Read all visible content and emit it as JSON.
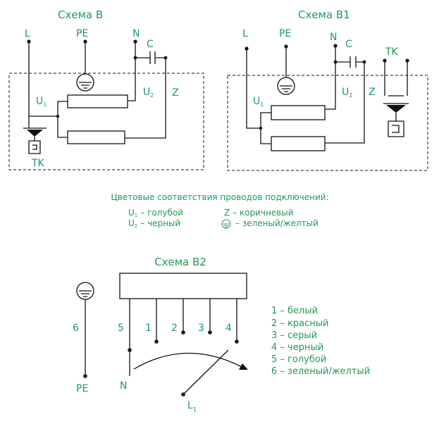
{
  "schema_b": {
    "title": "Схема В",
    "L": "L",
    "PE": "PE",
    "N": "N",
    "C": "C",
    "Z": "Z",
    "U1": "U",
    "U1_sub": "1",
    "U2": "U",
    "U2_sub": "2",
    "TK": "TK"
  },
  "schema_b1": {
    "title": "Схема В1",
    "L": "L",
    "PE": "PE",
    "N": "N",
    "C": "C",
    "Z": "Z",
    "TK": "TK",
    "U1": "U",
    "U1_sub": "1",
    "U2": "U",
    "U2_sub": "2"
  },
  "legend": {
    "heading": "Цветовые соответствия проводов подключений:",
    "u1": "U",
    "u1_sub": "1",
    "u1_desc": "– голубой",
    "u2": "U",
    "u2_sub": "2",
    "u2_desc": "– черный",
    "z": "Z – коричневый",
    "ground_desc": "– зеленый/желтый"
  },
  "schema_b2": {
    "title": "Схема В2",
    "pe_num": "6",
    "pe_label": "PE",
    "terminals": [
      "5",
      "1",
      "2",
      "3",
      "4"
    ],
    "N": "N",
    "L": "L",
    "L_sub": "1",
    "wire_colors": [
      "1 – белый",
      "2 – красный",
      "3 – серый",
      "4 – черный",
      "5 – голубой",
      "6 – зеленый/желтый"
    ]
  },
  "colors": {
    "label_green": "#1f9a55",
    "line": "#111111"
  }
}
